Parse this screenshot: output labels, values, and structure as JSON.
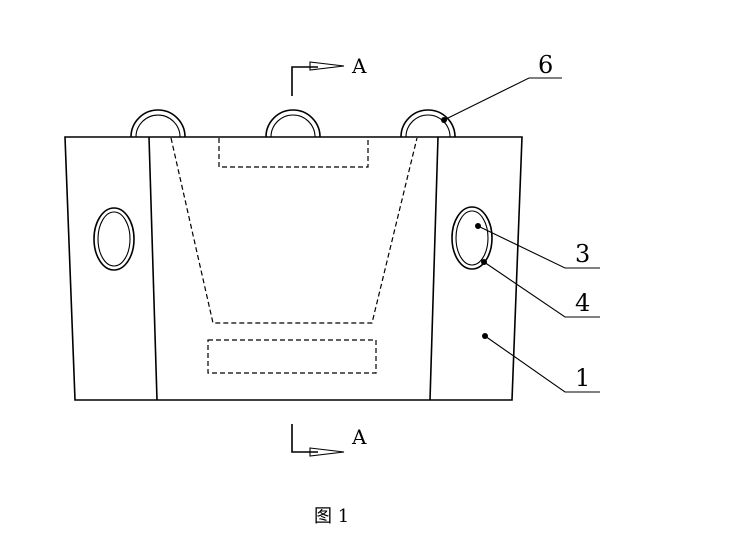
{
  "figure": {
    "caption": "图 1",
    "section_marker": "A",
    "callouts": [
      {
        "id": "callout-6",
        "label": "6"
      },
      {
        "id": "callout-3",
        "label": "3"
      },
      {
        "id": "callout-4",
        "label": "4"
      },
      {
        "id": "callout-1",
        "label": "1"
      }
    ]
  }
}
